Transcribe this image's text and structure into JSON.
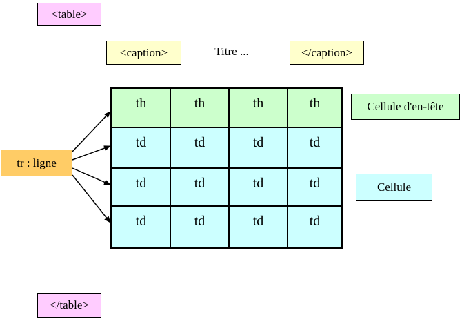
{
  "tags": {
    "table_open": "<table>",
    "table_close": "</table>",
    "caption_open": "<caption>",
    "caption_close": "</caption>"
  },
  "caption_text": "Titre ...",
  "row_label": "tr : ligne",
  "legend": {
    "header": "Cellule d'en-tête",
    "cell": "Cellule"
  },
  "table": {
    "header_row": [
      "th",
      "th",
      "th",
      "th"
    ],
    "body_rows": [
      [
        "td",
        "td",
        "td",
        "td"
      ],
      [
        "td",
        "td",
        "td",
        "td"
      ],
      [
        "td",
        "td",
        "td",
        "td"
      ]
    ]
  },
  "colors": {
    "table_tag_fill": "#ffccff",
    "caption_tag_fill": "#ffffcc",
    "row_label_fill": "#ffcc66",
    "header_fill": "#ccffcc",
    "cell_fill": "#ccffff"
  }
}
